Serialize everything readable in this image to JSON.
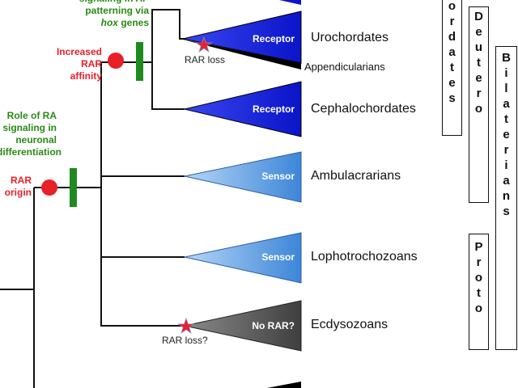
{
  "annotations": {
    "ap_patterning": {
      "pre": "signaling in AP patterning via",
      "hox": "hox",
      "post": "genes"
    },
    "increased_rar": [
      "Increased",
      "RAR",
      "affinity"
    ],
    "neuronal": [
      "Role of RA",
      "signaling in",
      "neuronal",
      "differentiation"
    ],
    "rar_origin": [
      "RAR",
      "origin"
    ]
  },
  "taxa": {
    "urochordates": "Urochordates",
    "appendicularians": "Appendicularians",
    "cephalochordates": "Cephalochordates",
    "ambulacrarians": "Ambulacrarians",
    "lophotrochozoans": "Lophotrochozoans",
    "ecdysozoans": "Ecdysozoans"
  },
  "triangle_labels": {
    "urochordates": "Receptor",
    "cephalochordates": "Receptor",
    "ambulacrarians": "Sensor",
    "lophotrochozoans": "Sensor",
    "ecdysozoans": "No RAR?"
  },
  "events": {
    "rar_loss_uro": "RAR loss",
    "rar_loss_ecd": "RAR loss?"
  },
  "groups": {
    "chordates": [
      "o",
      "r",
      "d",
      "a",
      "t",
      "e",
      "s"
    ],
    "deutero": [
      "D",
      "e",
      "u",
      "t",
      "e",
      "r",
      "o"
    ],
    "bilaterians": [
      "B",
      "i",
      "l",
      "a",
      "t",
      "e",
      "r",
      "i",
      "a",
      "n",
      "s"
    ],
    "proto": [
      "P",
      "r",
      "o",
      "t",
      "o"
    ]
  },
  "colors": {
    "receptor_blue": "#0b15d6",
    "sensor_blue": "#5b9fe4",
    "no_rar_gray": "#555555",
    "event_red": "#e8202a",
    "event_green": "#1f8a1f",
    "annotation_green": "#2a8a16"
  }
}
